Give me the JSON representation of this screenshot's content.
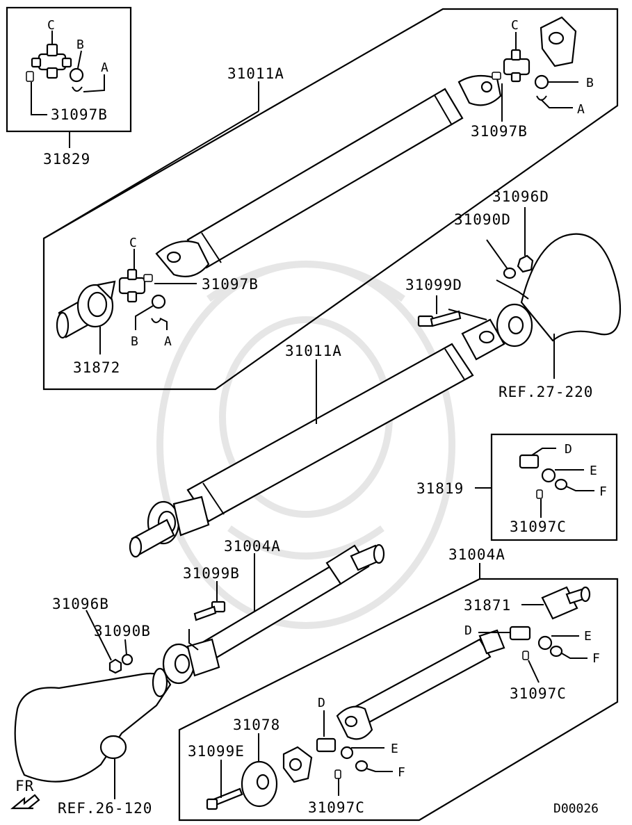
{
  "labels": {
    "kit_front": "31829",
    "shaft_rear": "31011A",
    "shaft_center": "31011A",
    "u_joint_1": "31097B",
    "u_joint_2": "31097B",
    "u_joint_3": "31097B",
    "flange_yoke": "31872",
    "nut_d": "31096D",
    "washer_d": "31090D",
    "bolt_d": "31099D",
    "ref_diff": "REF.27-220",
    "kit_center": "31819",
    "u_joint_c1": "31097C",
    "u_joint_c2": "31097C",
    "u_joint_c3": "31097C",
    "shaft_front_1": "31004A",
    "shaft_front_2": "31004A",
    "bolt_b": "31099B",
    "nut_b": "31096B",
    "washer_b": "31090B",
    "yoke_31871": "31871",
    "coupling": "31078",
    "bolt_e": "31099E",
    "ref_trans": "REF.26-120",
    "direction": "FR",
    "diagram_code": "D00026"
  },
  "letters": {
    "A": "A",
    "B": "B",
    "C": "C",
    "D": "D",
    "E": "E",
    "F": "F"
  }
}
